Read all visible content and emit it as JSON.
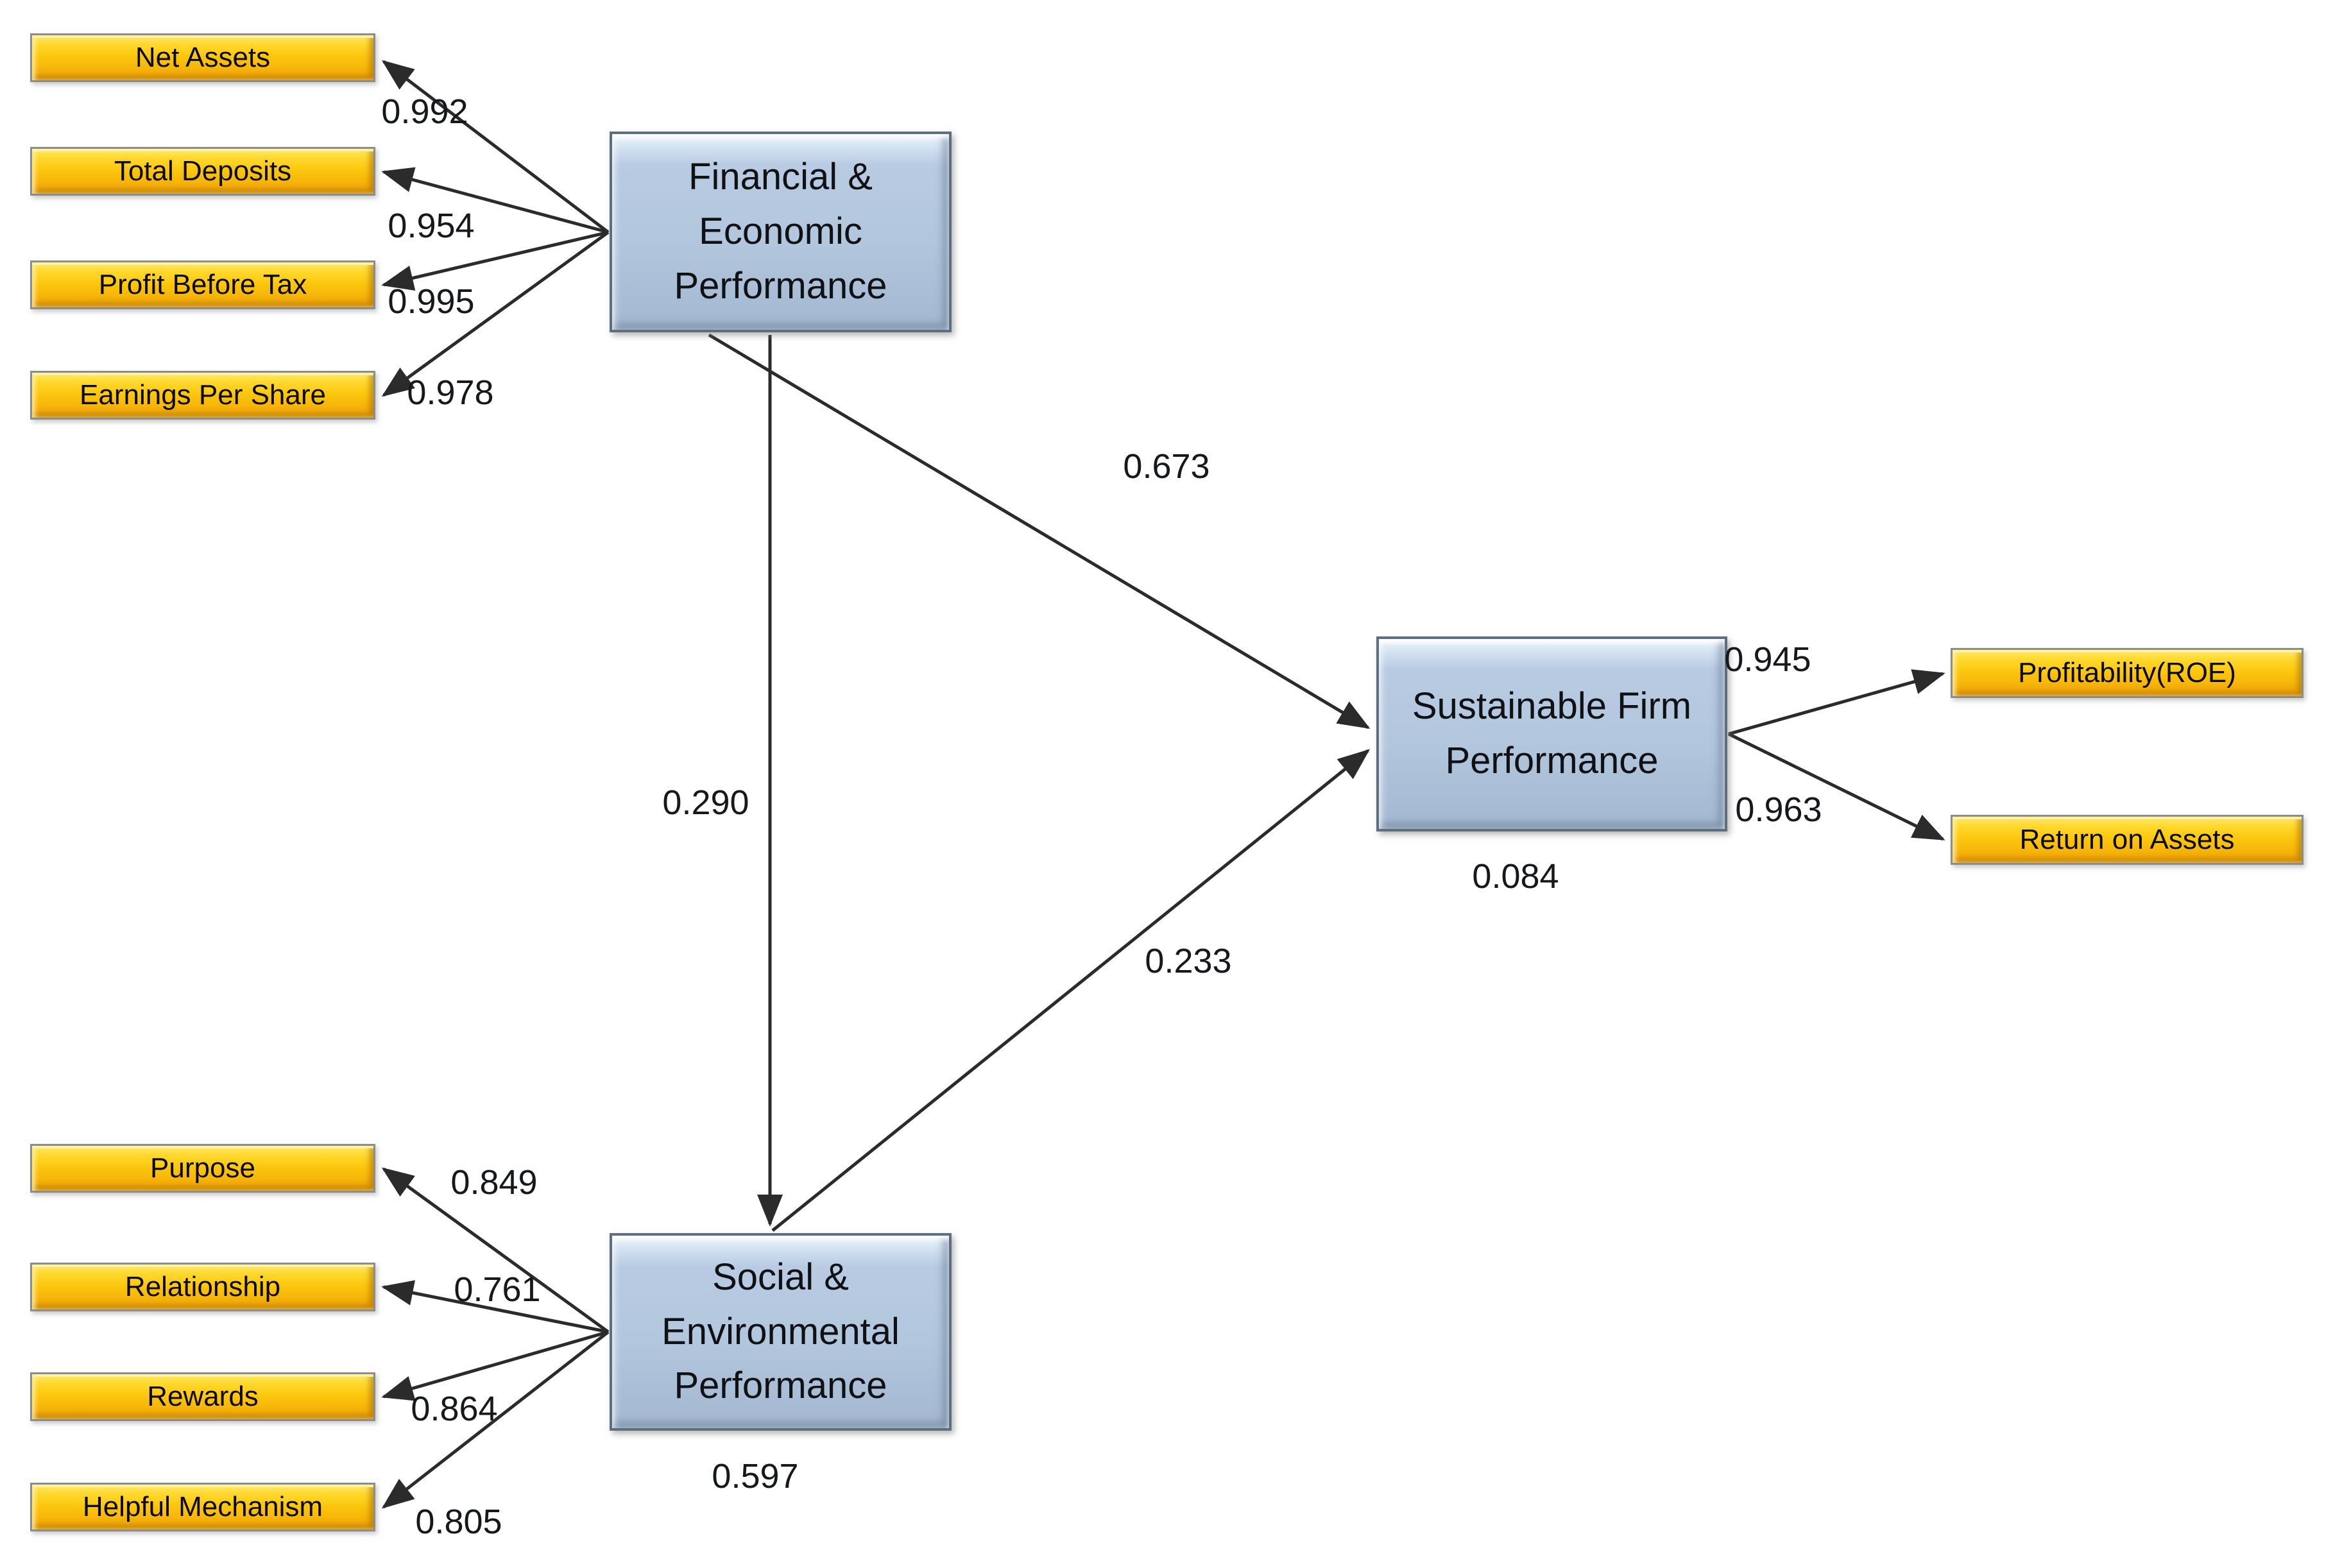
{
  "financial": {
    "label": "Financial &\nEconomic\nPerformance",
    "indicators": [
      {
        "label": "Net Assets",
        "loading": "0.992"
      },
      {
        "label": "Total Deposits",
        "loading": "0.954"
      },
      {
        "label": "Profit Before Tax",
        "loading": "0.995"
      },
      {
        "label": "Earnings Per Share",
        "loading": "0.978"
      }
    ]
  },
  "social": {
    "label": "Social &\nEnvironmental\nPerformance",
    "r_squared": "0.597",
    "indicators": [
      {
        "label": "Purpose",
        "loading": "0.849"
      },
      {
        "label": "Relationship",
        "loading": "0.761"
      },
      {
        "label": "Rewards",
        "loading": "0.864"
      },
      {
        "label": "Helpful Mechanism",
        "loading": "0.805"
      }
    ]
  },
  "sustainable": {
    "label": "Sustainable Firm\nPerformance",
    "r_squared": "0.084",
    "indicators": [
      {
        "label": "Profitability(ROE)",
        "loading": "0.945"
      },
      {
        "label": "Return on Assets",
        "loading": "0.963"
      }
    ]
  },
  "paths": [
    {
      "from": "Financial & Economic Performance",
      "to": "Sustainable Firm Performance",
      "coefficient": "0.673"
    },
    {
      "from": "Financial & Economic Performance",
      "to": "Social & Environmental Performance",
      "coefficient": "0.290"
    },
    {
      "from": "Social & Environmental Performance",
      "to": "Sustainable Firm Performance",
      "coefficient": "0.233"
    }
  ],
  "colors": {
    "indicator_fill": "#fcc60d",
    "construct_fill": "#b2c6dd",
    "arrow": "#2b2b2b"
  }
}
